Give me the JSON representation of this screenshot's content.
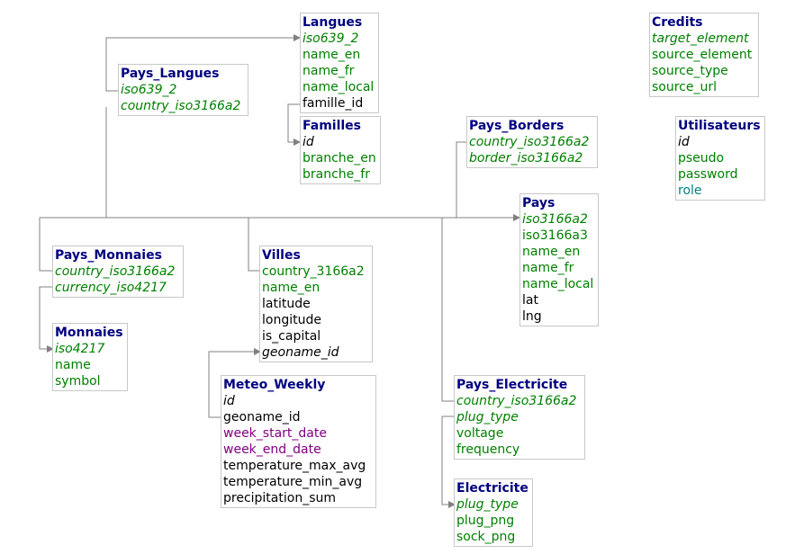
{
  "diagram": {
    "tables": [
      {
        "id": "langues",
        "name": "Langues",
        "fields": [
          {
            "label": "iso639_2",
            "italic": true,
            "color": "green"
          },
          {
            "label": "name_en",
            "italic": false,
            "color": "green"
          },
          {
            "label": "name_fr",
            "italic": false,
            "color": "green"
          },
          {
            "label": "name_local",
            "italic": false,
            "color": "green"
          },
          {
            "label": "famille_id",
            "italic": false,
            "color": "black"
          }
        ]
      },
      {
        "id": "credits",
        "name": "Credits",
        "fields": [
          {
            "label": "target_element",
            "italic": true,
            "color": "green"
          },
          {
            "label": "source_element",
            "italic": false,
            "color": "green"
          },
          {
            "label": "source_type",
            "italic": false,
            "color": "green"
          },
          {
            "label": "source_url",
            "italic": false,
            "color": "green"
          }
        ]
      },
      {
        "id": "pays_langues",
        "name": "Pays_Langues",
        "fields": [
          {
            "label": "iso639_2",
            "italic": true,
            "color": "green"
          },
          {
            "label": "country_iso3166a2",
            "italic": true,
            "color": "green"
          }
        ]
      },
      {
        "id": "familles",
        "name": "Familles",
        "fields": [
          {
            "label": "id",
            "italic": true,
            "color": "black"
          },
          {
            "label": "branche_en",
            "italic": false,
            "color": "green"
          },
          {
            "label": "branche_fr",
            "italic": false,
            "color": "green"
          }
        ]
      },
      {
        "id": "pays_borders",
        "name": "Pays_Borders",
        "fields": [
          {
            "label": "country_iso3166a2",
            "italic": true,
            "color": "green"
          },
          {
            "label": "border_iso3166a2",
            "italic": true,
            "color": "green"
          }
        ]
      },
      {
        "id": "utilisateurs",
        "name": "Utilisateurs",
        "fields": [
          {
            "label": "id",
            "italic": true,
            "color": "black"
          },
          {
            "label": "pseudo",
            "italic": false,
            "color": "green"
          },
          {
            "label": "password",
            "italic": false,
            "color": "green"
          },
          {
            "label": "role",
            "italic": false,
            "color": "teal"
          }
        ]
      },
      {
        "id": "pays",
        "name": "Pays",
        "fields": [
          {
            "label": "iso3166a2",
            "italic": true,
            "color": "green"
          },
          {
            "label": "iso3166a3",
            "italic": false,
            "color": "green"
          },
          {
            "label": "name_en",
            "italic": false,
            "color": "green"
          },
          {
            "label": "name_fr",
            "italic": false,
            "color": "green"
          },
          {
            "label": "name_local",
            "italic": false,
            "color": "green"
          },
          {
            "label": "lat",
            "italic": false,
            "color": "black"
          },
          {
            "label": "lng",
            "italic": false,
            "color": "black"
          }
        ]
      },
      {
        "id": "pays_monnaies",
        "name": "Pays_Monnaies",
        "fields": [
          {
            "label": "country_iso3166a2",
            "italic": true,
            "color": "green"
          },
          {
            "label": "currency_iso4217",
            "italic": true,
            "color": "green"
          }
        ]
      },
      {
        "id": "villes",
        "name": "Villes",
        "fields": [
          {
            "label": "country_3166a2",
            "italic": false,
            "color": "green"
          },
          {
            "label": "name_en",
            "italic": false,
            "color": "green"
          },
          {
            "label": "latitude",
            "italic": false,
            "color": "black"
          },
          {
            "label": "longitude",
            "italic": false,
            "color": "black"
          },
          {
            "label": "is_capital",
            "italic": false,
            "color": "black"
          },
          {
            "label": "geoname_id",
            "italic": true,
            "color": "black"
          }
        ]
      },
      {
        "id": "monnaies",
        "name": "Monnaies",
        "fields": [
          {
            "label": "iso4217",
            "italic": true,
            "color": "green"
          },
          {
            "label": "name",
            "italic": false,
            "color": "green"
          },
          {
            "label": "symbol",
            "italic": false,
            "color": "green"
          }
        ]
      },
      {
        "id": "meteo_weekly",
        "name": "Meteo_Weekly",
        "fields": [
          {
            "label": "id",
            "italic": true,
            "color": "black"
          },
          {
            "label": "geoname_id",
            "italic": false,
            "color": "black"
          },
          {
            "label": "week_start_date",
            "italic": false,
            "color": "purple"
          },
          {
            "label": "week_end_date",
            "italic": false,
            "color": "purple"
          },
          {
            "label": "temperature_max_avg",
            "italic": false,
            "color": "black"
          },
          {
            "label": "temperature_min_avg",
            "italic": false,
            "color": "black"
          },
          {
            "label": "precipitation_sum",
            "italic": false,
            "color": "black"
          }
        ]
      },
      {
        "id": "pays_electricite",
        "name": "Pays_Electricite",
        "fields": [
          {
            "label": "country_iso3166a2",
            "italic": true,
            "color": "green"
          },
          {
            "label": "plug_type",
            "italic": true,
            "color": "green"
          },
          {
            "label": "voltage",
            "italic": false,
            "color": "green"
          },
          {
            "label": "frequency",
            "italic": false,
            "color": "green"
          }
        ]
      },
      {
        "id": "electricite",
        "name": "Electricite",
        "fields": [
          {
            "label": "plug_type",
            "italic": true,
            "color": "green"
          },
          {
            "label": "plug_png",
            "italic": false,
            "color": "green"
          },
          {
            "label": "sock_png",
            "italic": false,
            "color": "green"
          }
        ]
      }
    ],
    "relations": [
      {
        "from": "pays_langues",
        "from_field": "iso639_2",
        "to": "langues",
        "to_field": "iso639_2"
      },
      {
        "from": "langues",
        "from_field": "famille_id",
        "to": "familles",
        "to_field": "id"
      },
      {
        "from": "pays_langues",
        "from_field": "country_iso3166a2",
        "to": "pays",
        "to_field": "iso3166a2"
      },
      {
        "from": "pays_borders",
        "from_field": "country_iso3166a2",
        "to": "pays",
        "to_field": "iso3166a2"
      },
      {
        "from": "pays_monnaies",
        "from_field": "country_iso3166a2",
        "to": "pays",
        "to_field": "iso3166a2"
      },
      {
        "from": "villes",
        "from_field": "country_3166a2",
        "to": "pays",
        "to_field": "iso3166a2"
      },
      {
        "from": "pays_electricite",
        "from_field": "country_iso3166a2",
        "to": "pays",
        "to_field": "iso3166a2"
      },
      {
        "from": "pays_monnaies",
        "from_field": "currency_iso4217",
        "to": "monnaies",
        "to_field": "iso4217"
      },
      {
        "from": "meteo_weekly",
        "from_field": "geoname_id",
        "to": "villes",
        "to_field": "geoname_id"
      },
      {
        "from": "pays_electricite",
        "from_field": "plug_type",
        "to": "electricite",
        "to_field": "plug_type"
      }
    ],
    "colors": {
      "title": "#000080",
      "green": "#008000",
      "black": "#000000",
      "purple": "#800080",
      "teal": "#008080",
      "border": "#c8c8c8",
      "link": "#808080"
    }
  }
}
